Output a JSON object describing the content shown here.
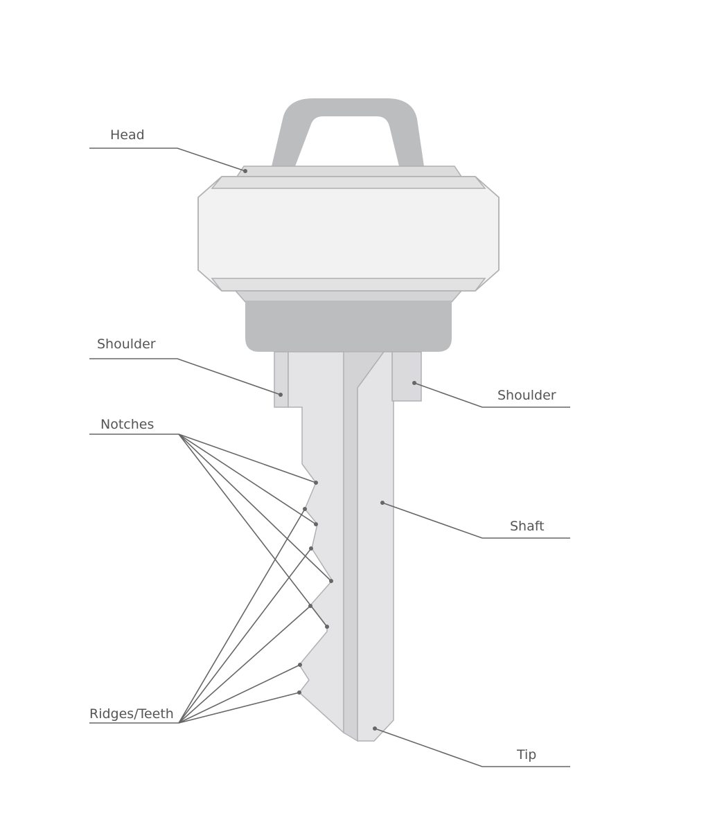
{
  "labels": {
    "head": "Head",
    "shoulder_left": "Shoulder",
    "shoulder_right": "Shoulder",
    "notches": "Notches",
    "shaft": "Shaft",
    "ridges_teeth": "Ridges/Teeth",
    "tip": "Tip"
  },
  "colors": {
    "grip": "#bcbdbf",
    "head_face": "#f2f2f2",
    "head_band": "#dcdcdd",
    "outline": "#b0b0b3",
    "blade": "#e4e4e6",
    "blade_dark": "#d3d3d5",
    "shoulder": "#dadadc",
    "leader": "#666666",
    "text": "#555555"
  }
}
